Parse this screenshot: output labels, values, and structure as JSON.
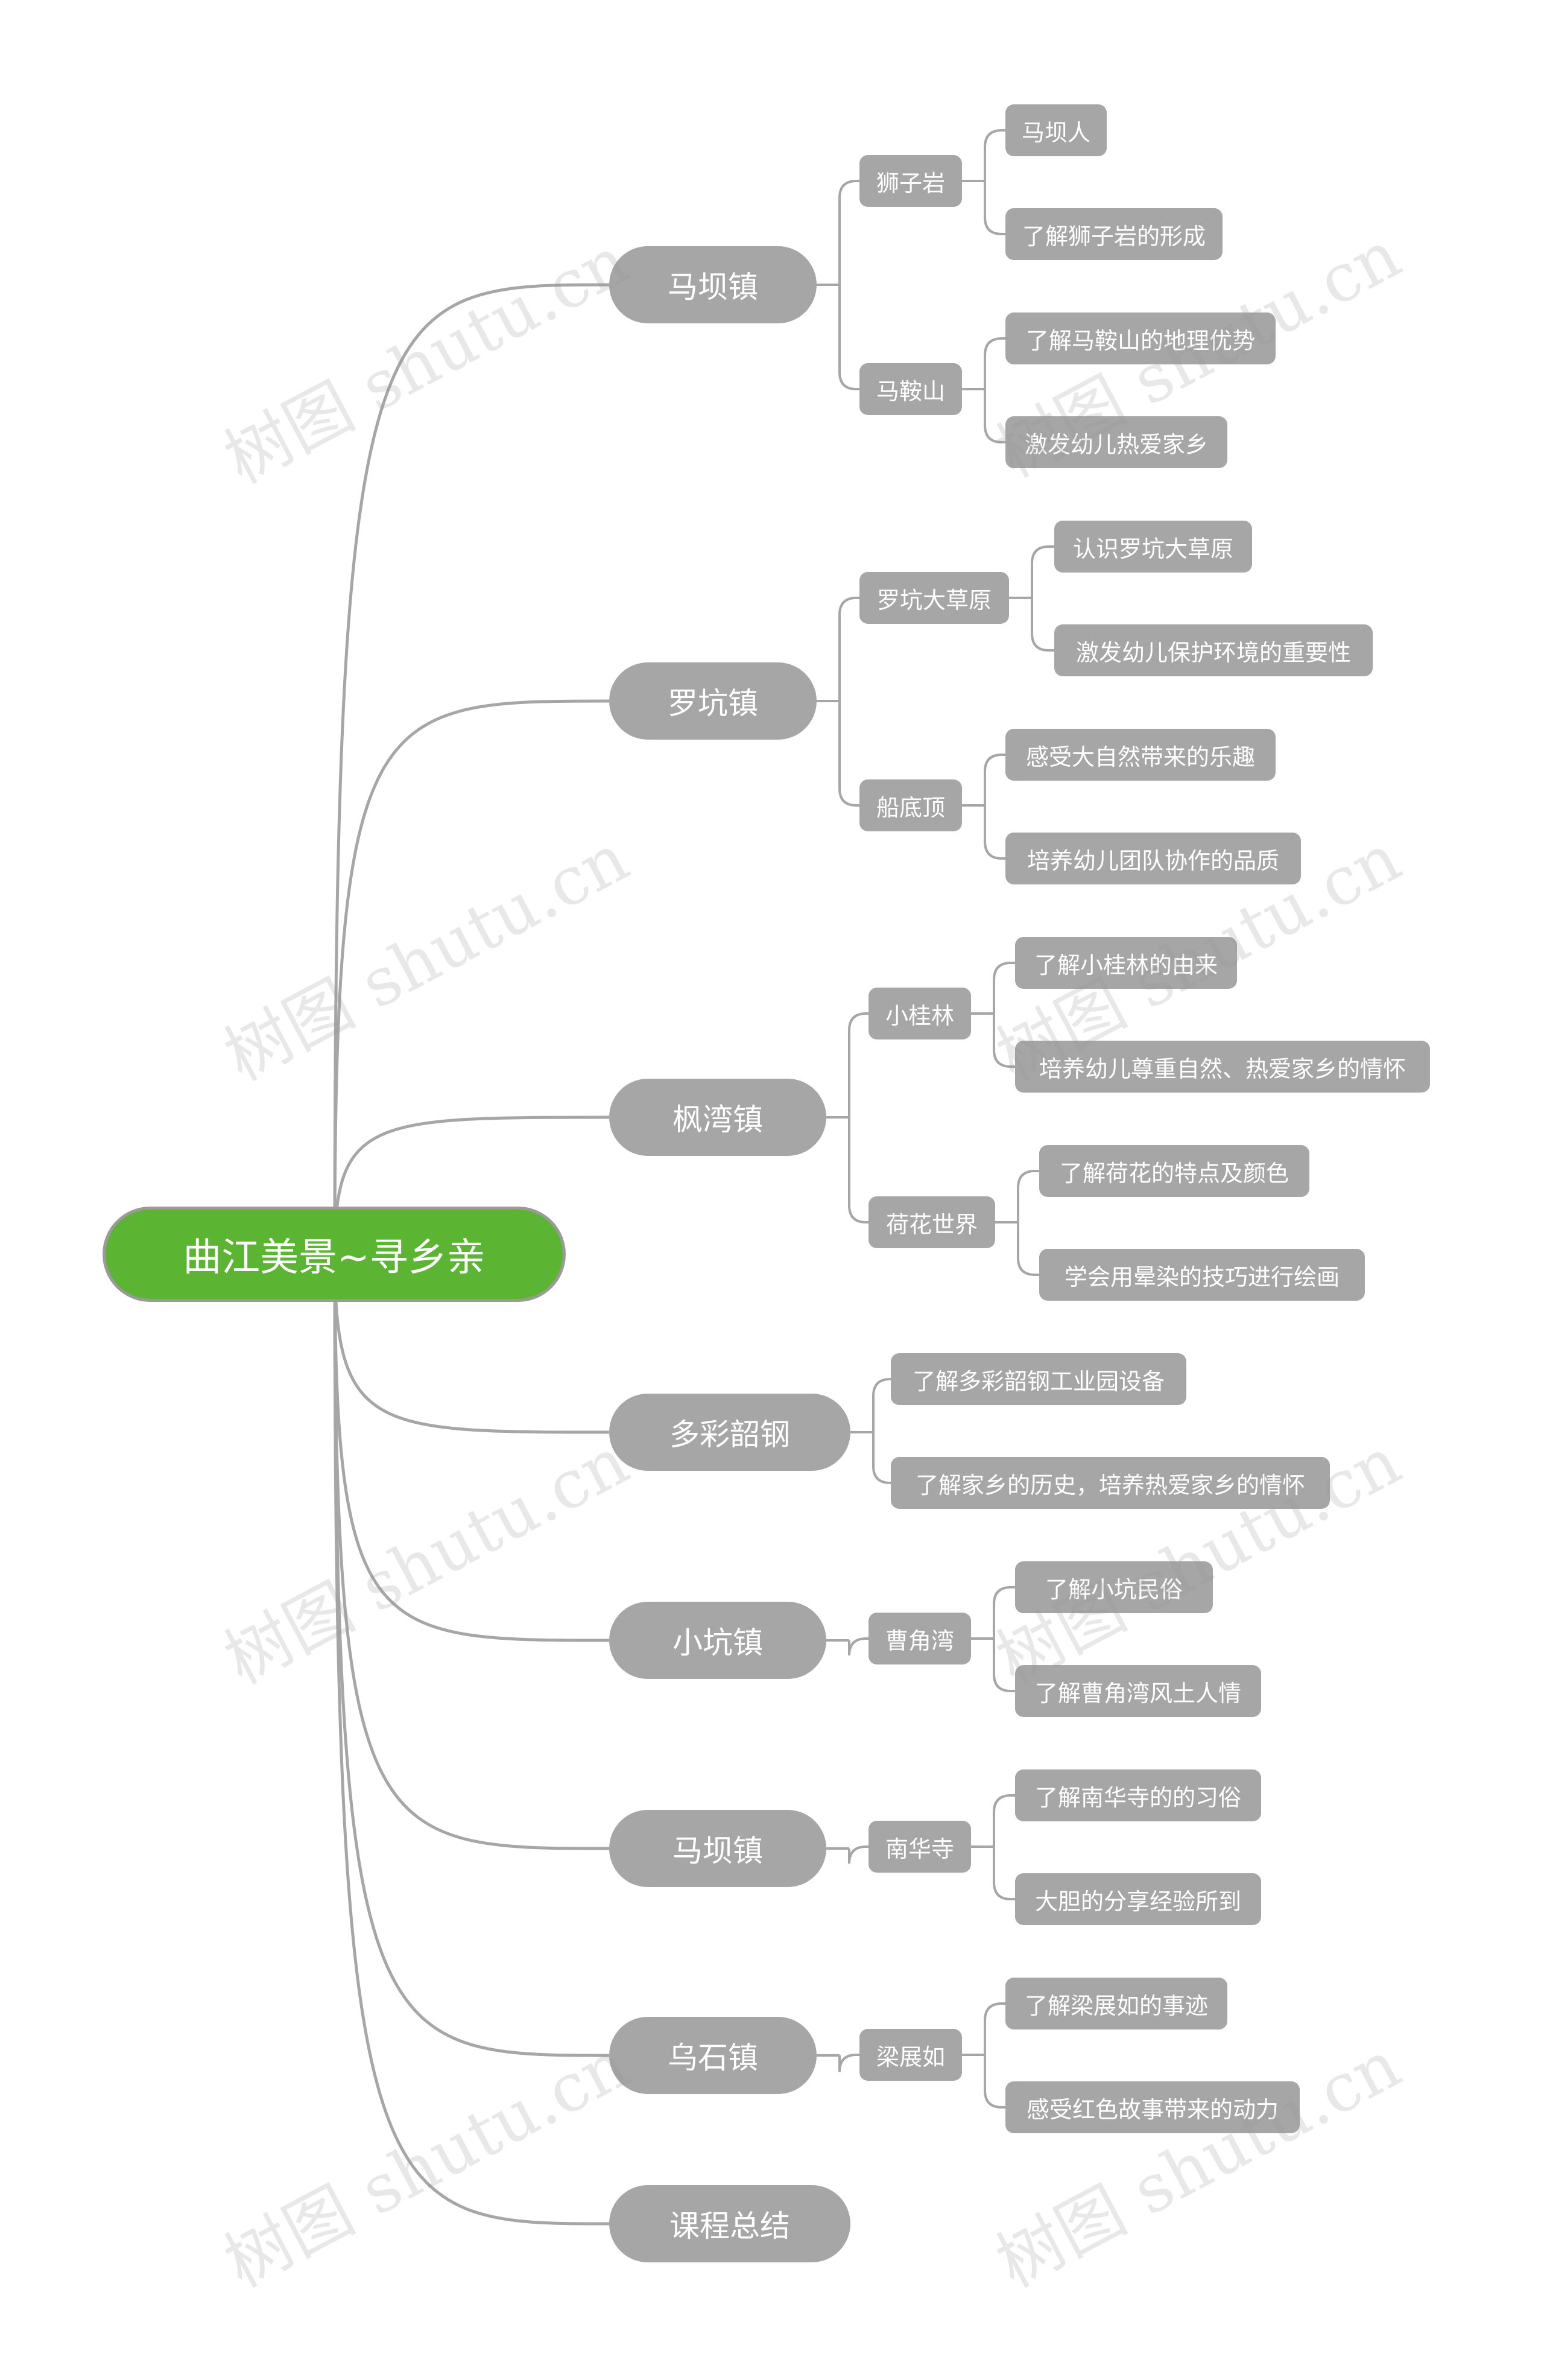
{
  "root": "曲江美景~寻乡亲",
  "branches": [
    {
      "label": "马坝镇",
      "children": [
        {
          "label": "狮子岩",
          "children": [
            "马坝人",
            "了解狮子岩的形成"
          ]
        },
        {
          "label": "马鞍山",
          "children": [
            "了解马鞍山的地理优势",
            "激发幼儿热爱家乡"
          ]
        }
      ]
    },
    {
      "label": "罗坑镇",
      "children": [
        {
          "label": "罗坑大草原",
          "children": [
            "认识罗坑大草原",
            "激发幼儿保护环境的重要性"
          ]
        },
        {
          "label": "船底顶",
          "children": [
            "感受大自然带来的乐趣",
            "培养幼儿团队协作的品质"
          ]
        }
      ]
    },
    {
      "label": "枫湾镇",
      "children": [
        {
          "label": "小桂林",
          "children": [
            "了解小桂林的由来",
            "培养幼儿尊重自然、热爱家乡的情怀"
          ]
        },
        {
          "label": "荷花世界",
          "children": [
            "了解荷花的特点及颜色",
            "学会用晕染的技巧进行绘画"
          ]
        }
      ]
    },
    {
      "label": "多彩韶钢",
      "children": [
        "了解多彩韶钢工业园设备",
        "了解家乡的历史，培养热爱家乡的情怀"
      ]
    },
    {
      "label": "小坑镇",
      "children": [
        {
          "label": "曹角湾",
          "children": [
            "了解小坑民俗",
            "了解曹角湾风土人情"
          ]
        }
      ]
    },
    {
      "label": "马坝镇",
      "children": [
        {
          "label": "南华寺",
          "children": [
            "了解南华寺的的习俗",
            "大胆的分享经验所到"
          ]
        }
      ]
    },
    {
      "label": "乌石镇",
      "children": [
        {
          "label": "梁展如",
          "children": [
            "了解梁展如的事迹",
            "感受红色故事带来的动力"
          ]
        }
      ]
    },
    {
      "label": "课程总结",
      "children": []
    }
  ],
  "watermark": "树图 shutu.cn",
  "colors": {
    "root": "#5bb532",
    "node": "#a6a6a6",
    "line": "#a6a6a6",
    "text": "#ffffff"
  }
}
